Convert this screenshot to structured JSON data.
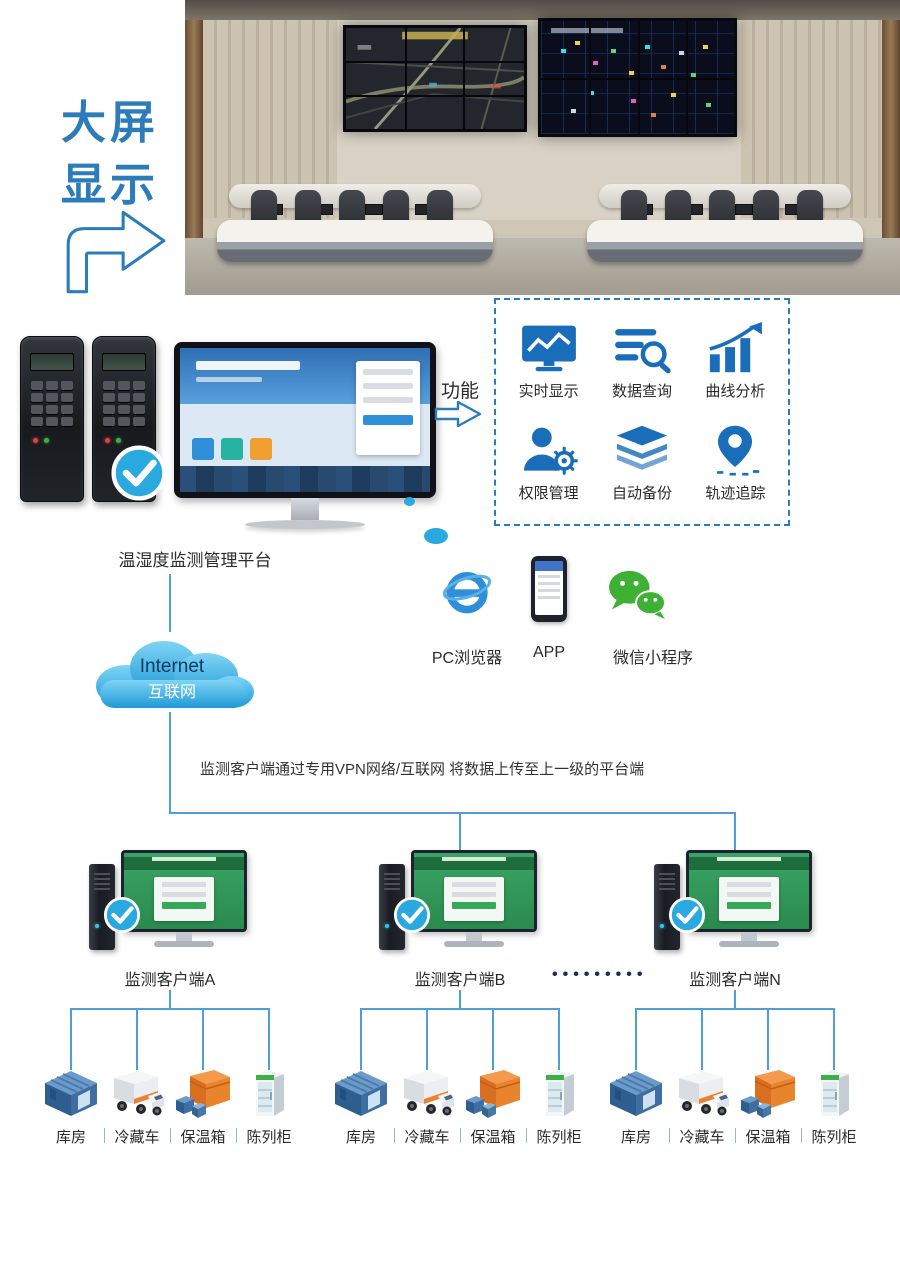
{
  "colors": {
    "accent": "#2b7cb8",
    "line": "#4f9fd4",
    "icon": "#1a6db8",
    "check": "#2aa9e1",
    "wechat": "#3eb134",
    "client_green": "#2f9e57",
    "cloud": "#2aa4dd"
  },
  "big_screen": {
    "line1": "大屏",
    "line2": "显示"
  },
  "platform": {
    "label": "温湿度监测管理平台",
    "functions_title": "功能",
    "functions": [
      {
        "label": "实时显示",
        "icon": "realtime-display-icon"
      },
      {
        "label": "数据查询",
        "icon": "data-query-icon"
      },
      {
        "label": "曲线分析",
        "icon": "curve-analysis-icon"
      },
      {
        "label": "权限管理",
        "icon": "permission-icon"
      },
      {
        "label": "自动备份",
        "icon": "auto-backup-icon"
      },
      {
        "label": "轨迹追踪",
        "icon": "trace-icon"
      }
    ]
  },
  "access": [
    {
      "label": "PC浏览器",
      "icon": "ie-browser-icon"
    },
    {
      "label": "APP",
      "icon": "mobile-app-icon"
    },
    {
      "label": "微信小程序",
      "icon": "wechat-icon"
    }
  ],
  "internet": {
    "line1": "Internet",
    "line2": "互联网"
  },
  "upload_note": "监测客户端通过专用VPN网络/互联网 将数据上传至上一级的平台端",
  "clients": [
    {
      "label": "监测客户端A"
    },
    {
      "label": "监测客户端B"
    },
    {
      "label": "监测客户端N"
    }
  ],
  "ellipsis": "•••••••••",
  "devices": [
    {
      "label": "库房"
    },
    {
      "label": "冷藏车"
    },
    {
      "label": "保温箱"
    },
    {
      "label": "陈列柜"
    }
  ]
}
